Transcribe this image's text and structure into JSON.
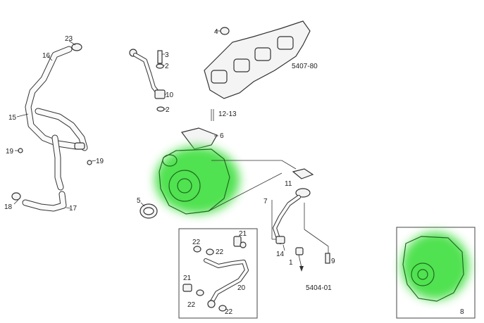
{
  "callouts": {
    "c23": "23",
    "c16": "16",
    "c15": "15",
    "c19a": "19",
    "c19b": "19",
    "c18": "18",
    "c17": "17",
    "c3": "3",
    "c2a": "2",
    "c10": "10",
    "c2b": "2",
    "c4": "4",
    "c5407": "5407-80",
    "c1213": "12-13",
    "c6": "6",
    "c5": "5",
    "c11": "11",
    "c7": "7",
    "c14": "14",
    "c1": "1",
    "c9": "9",
    "c5404": "5404-01",
    "c21a": "21",
    "c22a": "22",
    "c22b": "22",
    "c21b": "21",
    "c20": "20",
    "c22c": "22",
    "c22d": "22",
    "c8": "8"
  },
  "colors": {
    "highlight": "#33dd33",
    "outline": "#333333"
  }
}
